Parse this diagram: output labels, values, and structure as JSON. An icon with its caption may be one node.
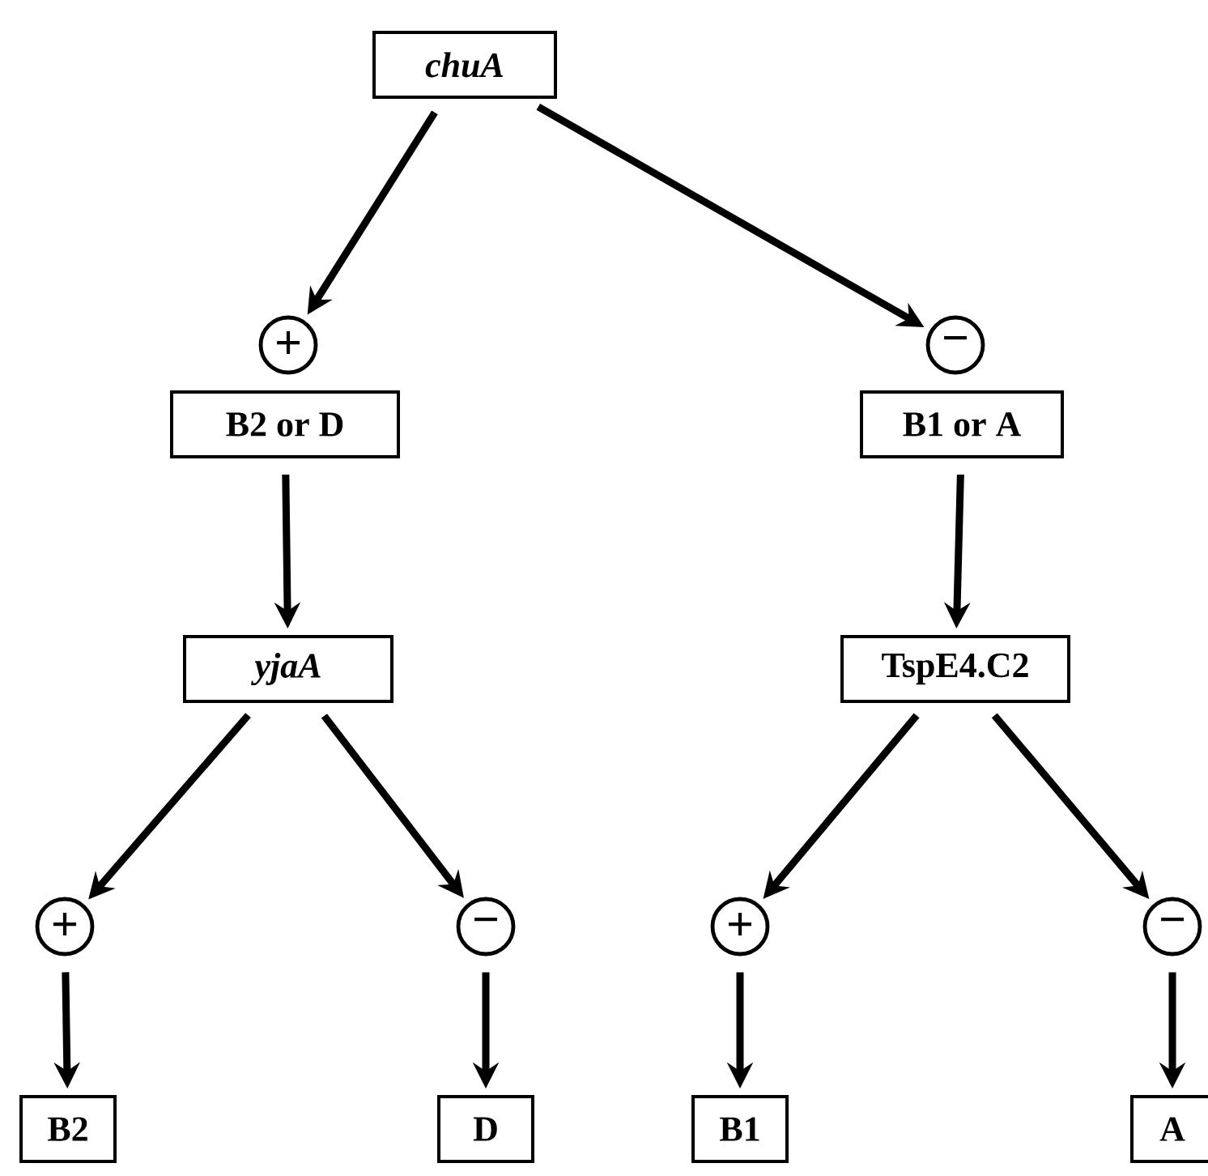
{
  "diagram": {
    "nodes": [
      {
        "text": [
          "chuA"
        ]
      },
      {
        "text": [
          "+"
        ]
      },
      {
        "text": [
          "B2 or D"
        ]
      },
      {
        "text": [
          "−"
        ]
      },
      {
        "text": [
          "B1 or A"
        ]
      },
      {
        "text": [
          "yjaA"
        ]
      },
      {
        "text": [
          "TspE4.C2"
        ]
      },
      {
        "text": [
          "+"
        ]
      },
      {
        "text": [
          "−"
        ]
      },
      {
        "text": [
          "+"
        ]
      },
      {
        "text": [
          "−"
        ]
      },
      {
        "text": [
          "B2"
        ]
      },
      {
        "text": [
          "D"
        ]
      },
      {
        "text": [
          "B1"
        ]
      },
      {
        "text": [
          "A"
        ]
      }
    ],
    "edges": [
      {
        "from": 0,
        "to": 1,
        "arrow": "to"
      },
      {
        "from": 0,
        "to": 3,
        "arrow": "to"
      },
      {
        "from": 2,
        "to": 5,
        "arrow": "to"
      },
      {
        "from": 4,
        "to": 6,
        "arrow": "to"
      },
      {
        "from": 5,
        "to": 7,
        "arrow": "to"
      },
      {
        "from": 5,
        "to": 8,
        "arrow": "to"
      },
      {
        "from": 6,
        "to": 9,
        "arrow": "to"
      },
      {
        "from": 6,
        "to": 10,
        "arrow": "to"
      },
      {
        "from": 7,
        "to": 11,
        "arrow": "to"
      },
      {
        "from": 8,
        "to": 12,
        "arrow": "to"
      },
      {
        "from": 9,
        "to": 13,
        "arrow": "to"
      },
      {
        "from": 10,
        "to": 14,
        "arrow": "to"
      }
    ]
  }
}
